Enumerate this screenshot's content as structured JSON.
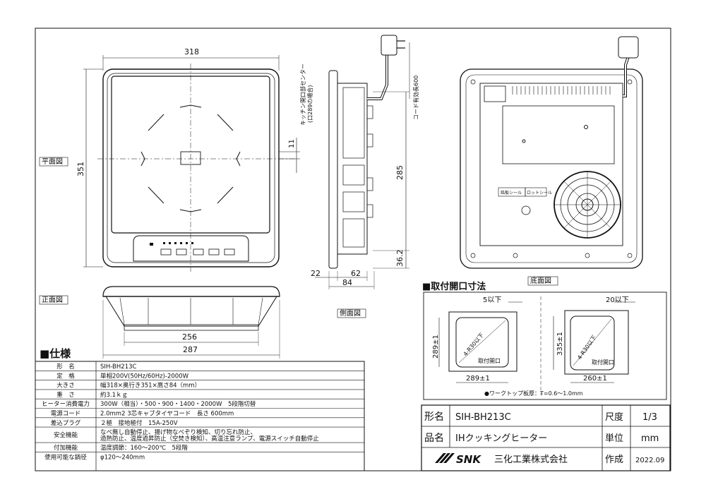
{
  "views": {
    "plan": "平面図",
    "front": "正面図",
    "side": "側面図",
    "bottom": "底面図"
  },
  "dims": {
    "width_top": "318",
    "depth_left": "351",
    "plan_offset": "11",
    "side_285": "285",
    "side_36": "36.2",
    "side_22": "22",
    "side_62": "62",
    "side_84": "84",
    "front_256": "256",
    "front_287": "287"
  },
  "notes": {
    "kitchen_center_1": "キッチン開口部センター",
    "kitchen_center_2": "(口289の場合)",
    "cord_length": "コード有効長600"
  },
  "panel": {
    "title": "■仕様",
    "rows": [
      {
        "label": "形　名",
        "value": "SIH-BH213C"
      },
      {
        "label": "定　格",
        "value": "単相200V(50Hz/60Hz)-2000W"
      },
      {
        "label": "大きさ",
        "value": "幅318×奥行き351×高さ84（mm）"
      },
      {
        "label": "重　さ",
        "value": "約3.1ｋｇ"
      },
      {
        "label": "ヒーター消費電力",
        "value": "300W（相当）・500・900・1400・2000W　5段階切替"
      },
      {
        "label": "電源コード",
        "value": "2.0mm2 3芯キャブタイヤコード　長さ 600mm"
      },
      {
        "label": "差込プラグ",
        "value": "２極　接地極付　15A-250V"
      },
      {
        "label": "安全機能",
        "value": "なべ無し自動停止、揚げ物なべぞり検知、切り忘れ防止、",
        "value2": "過熱防止、温度過昇防止（空焚き検知）、高温注意ランプ、電源スイッチ自動停止"
      },
      {
        "label": "付加機能",
        "value": "温度調節：160〜200℃　5段階"
      },
      {
        "label": "使用可能な鍋径",
        "value": "φ120〜240mm"
      }
    ]
  },
  "opening": {
    "title": "■取付開口寸法",
    "left_top": "5以下",
    "left_h": "289±1",
    "left_w": "289±1",
    "left_r": "4-R30以下",
    "left_open": "取付開口",
    "right_top": "20以下",
    "right_h": "335±1",
    "right_w": "260±1",
    "right_r": "4-R30以下",
    "right_open": "取付開口",
    "note": "●ワークトップ板厚：T=0.6〜1.0mm"
  },
  "bottom_labels": {
    "seal1": "銘板シール",
    "seal2": "ロットシール"
  },
  "title_block": {
    "model_label": "形名",
    "model_value": "SIH-BH213C",
    "scale_label": "尺度",
    "scale_value": "1/3",
    "product_label": "品名",
    "product_value": "IHクッキングヒーター",
    "unit_label": "単位",
    "unit_value": "mm",
    "logo_text": "SNK",
    "company": "三化工業株式会社",
    "made_label": "作成",
    "made_value": "2022.09"
  }
}
